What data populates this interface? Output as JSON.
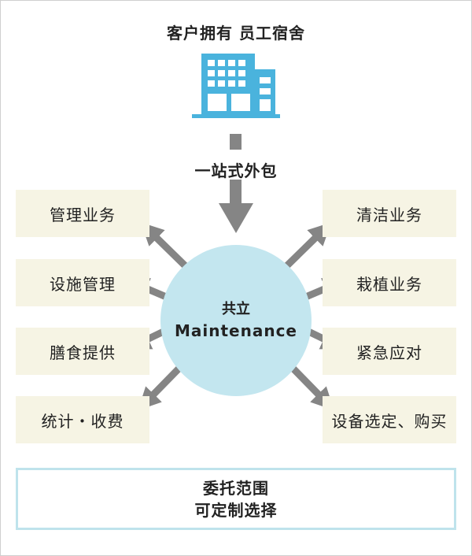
{
  "title": "客户拥有 员工宿舍",
  "outsource_label": "一站式外包",
  "center": {
    "line1": "共立",
    "line2": "Maintenance"
  },
  "left_services": [
    "管理业务",
    "设施管理",
    "膳食提供",
    "统计・收费"
  ],
  "right_services": [
    "清洁业务",
    "栽植业务",
    "紧急应对",
    "设备选定、购买"
  ],
  "bottom": {
    "line1": "委托范围",
    "line2": "可定制选择"
  },
  "colors": {
    "building": "#4ab3dd",
    "circle": "#c3e6ef",
    "box_fill": "#f6f4e4",
    "arrow": "#858585",
    "bottom_border": "#bfe3ec"
  },
  "icons": {
    "building": "office-building-icon"
  }
}
